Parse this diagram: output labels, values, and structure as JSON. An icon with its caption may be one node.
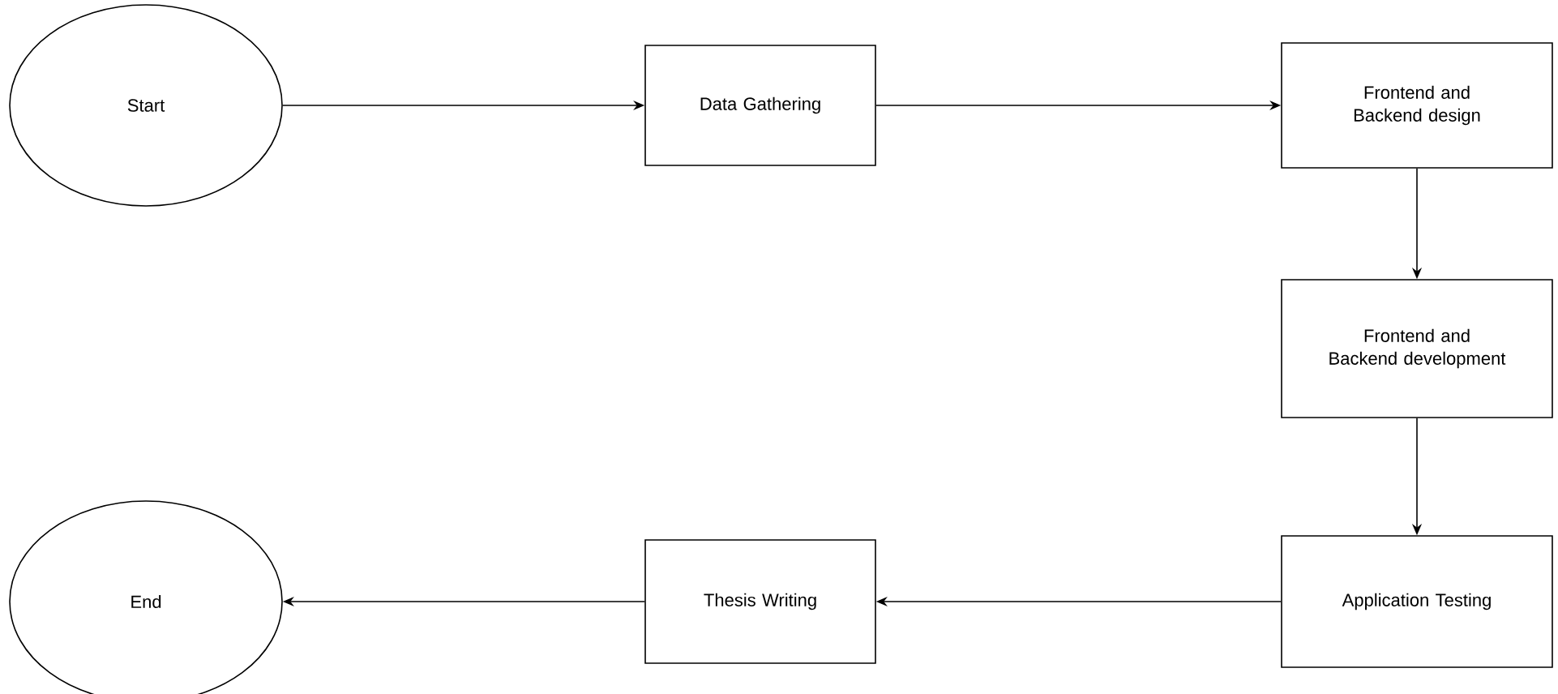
{
  "diagram": {
    "nodes": [
      {
        "text": [
          "Start"
        ]
      },
      {
        "text": [
          "Data Gathering"
        ]
      },
      {
        "text": [
          "Frontend and Backend design"
        ]
      },
      {
        "text": [
          "Frontend and Backend development"
        ]
      },
      {
        "text": [
          "Application Testing"
        ]
      },
      {
        "text": [
          "Thesis Writing"
        ]
      },
      {
        "text": [
          "End"
        ]
      }
    ],
    "edges": [
      {
        "from": 0,
        "to": 1,
        "arrow": "to"
      },
      {
        "from": 1,
        "to": 2,
        "arrow": "to"
      },
      {
        "from": 2,
        "to": 3,
        "arrow": "to"
      },
      {
        "from": 3,
        "to": 4,
        "arrow": "to"
      },
      {
        "from": 4,
        "to": 5,
        "arrow": "to"
      },
      {
        "from": 5,
        "to": 6,
        "arrow": "to"
      }
    ]
  }
}
